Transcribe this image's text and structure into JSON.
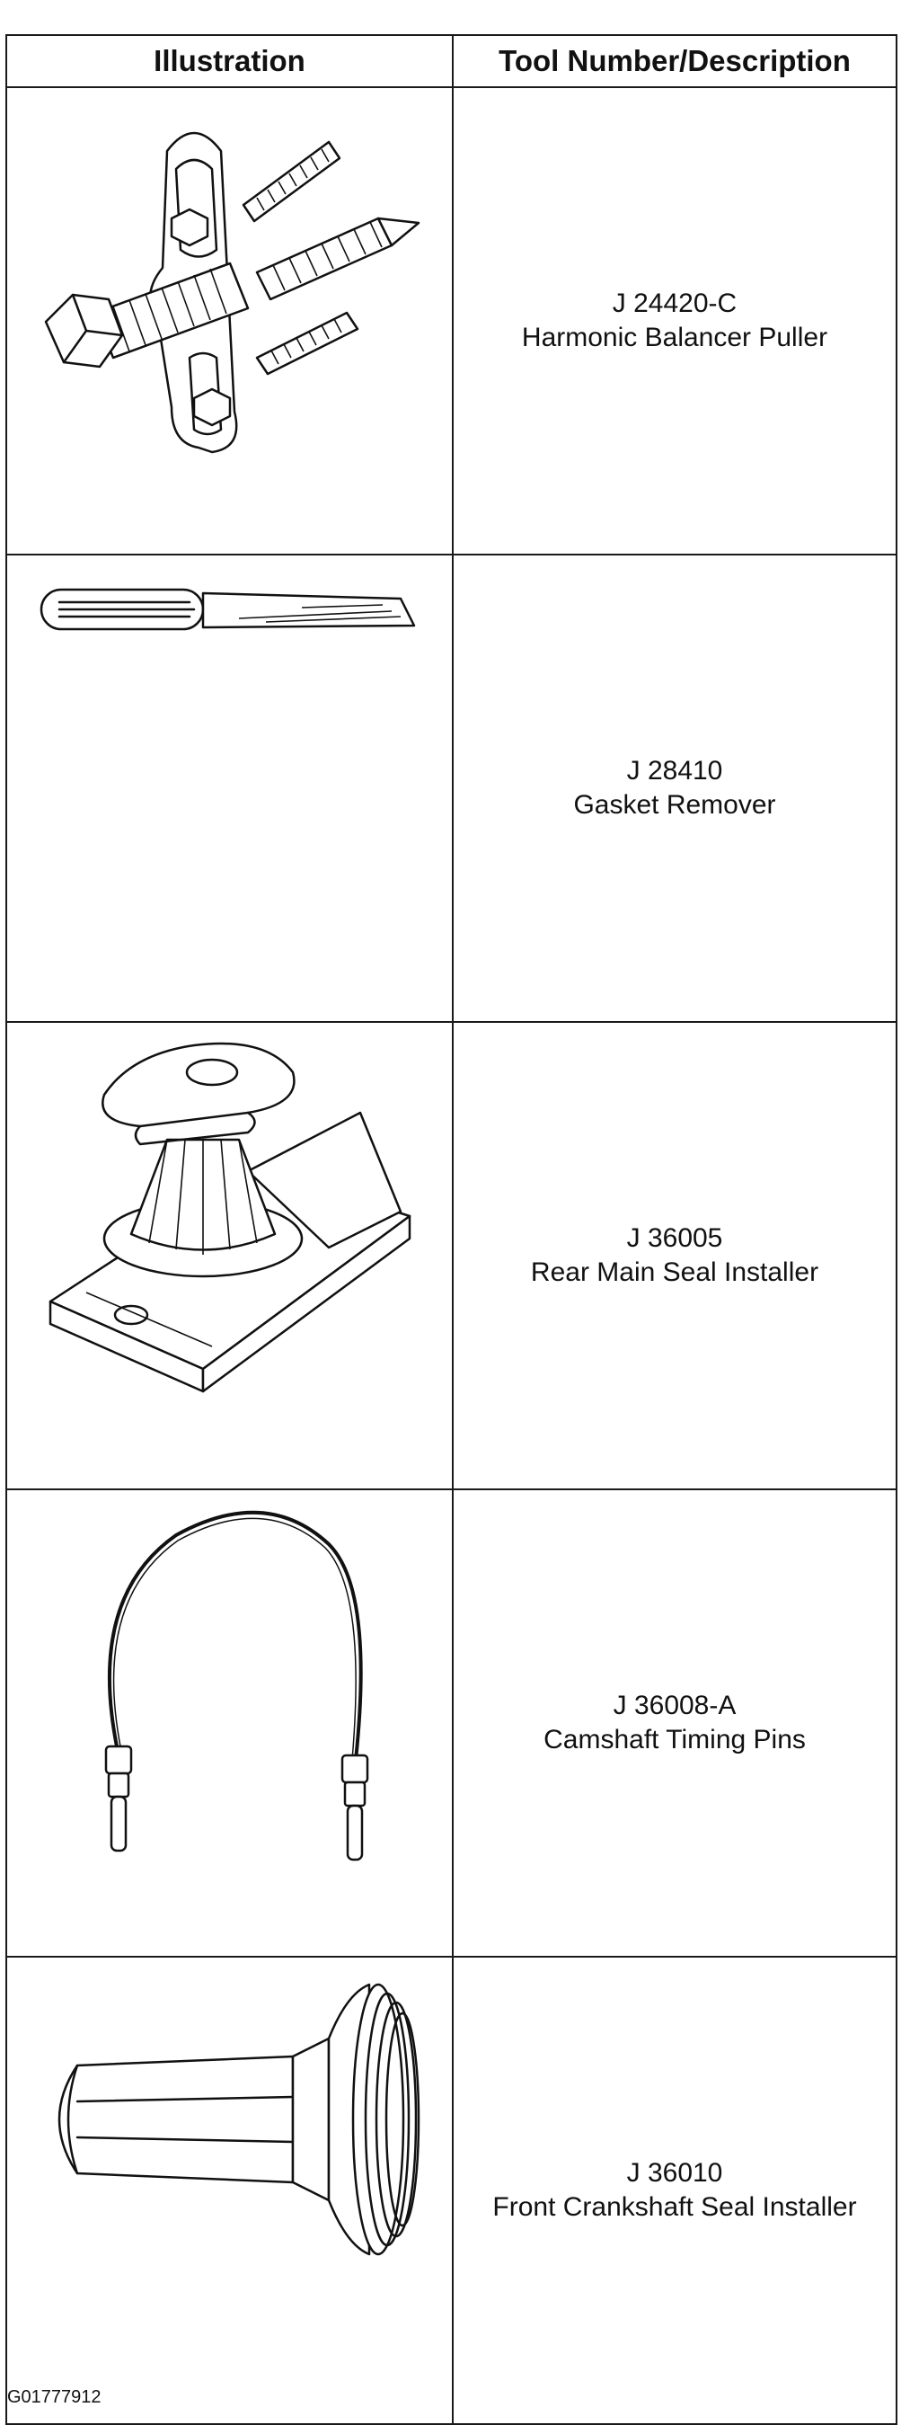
{
  "table": {
    "headers": {
      "illustration": "Illustration",
      "description": "Tool Number/Description"
    },
    "rows": [
      {
        "number": "J 24420-C",
        "name": "Harmonic Balancer Puller",
        "icon": "harmonic-balancer-puller-icon"
      },
      {
        "number": "J 28410",
        "name": "Gasket Remover",
        "icon": "gasket-remover-icon"
      },
      {
        "number": "J 36005",
        "name": "Rear Main Seal Installer",
        "icon": "rear-main-seal-installer-icon"
      },
      {
        "number": "J 36008-A",
        "name": "Camshaft Timing Pins",
        "icon": "camshaft-timing-pins-icon"
      },
      {
        "number": "J 36010",
        "name": "Front Crankshaft Seal Installer",
        "icon": "front-crankshaft-seal-installer-icon"
      }
    ]
  },
  "figure_code": "G01777912"
}
